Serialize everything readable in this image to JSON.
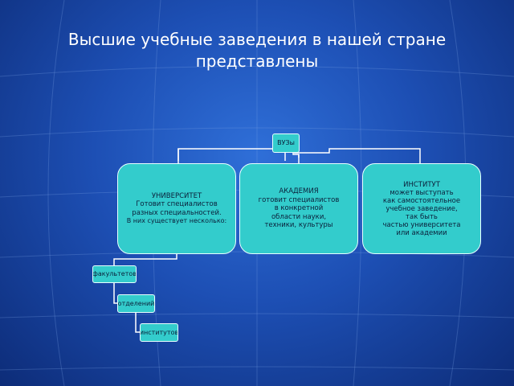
{
  "slide": {
    "title_line1": "Высшие учебные заведения в нашей стране",
    "title_line2": "представлены"
  },
  "diagram": {
    "root": "ВУЗы",
    "university": {
      "lines": [
        "УНИВЕРСИТЕТ",
        "Готовит специалистов",
        "разных специальностей.",
        "В них существует несколько:"
      ]
    },
    "academy": {
      "lines": [
        "АКАДЕМИЯ",
        "готовит специалистов",
        "в конкретной",
        "области науки,",
        "техники, культуры"
      ]
    },
    "institute": {
      "lines": [
        "ИНСТИТУТ",
        "может выступать",
        "как самостоятельное",
        "учебное заведение,",
        "так быть",
        "частью университета",
        "или академии"
      ]
    },
    "sub_items": [
      "факультетов",
      "отделений",
      "институтов"
    ]
  },
  "colors": {
    "background": "#1d4fb4",
    "box_fill": "#33cccc",
    "box_border": "#e8ffff",
    "connector": "#ffffff"
  }
}
